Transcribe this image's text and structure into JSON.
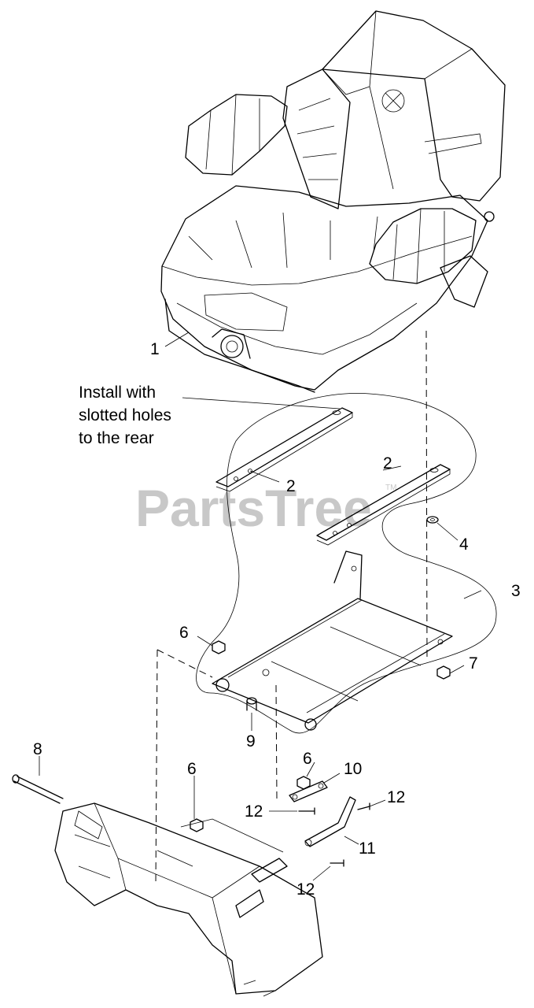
{
  "watermark": {
    "text": "PartsTree",
    "trademark": "TM"
  },
  "note": {
    "lines": [
      "Install with",
      "slotted holes",
      "to the rear"
    ]
  },
  "callouts": [
    {
      "id": "seat",
      "label": "1"
    },
    {
      "id": "rail-left",
      "label": "2"
    },
    {
      "id": "rail-right",
      "label": "2"
    },
    {
      "id": "seat-frame",
      "label": "3"
    },
    {
      "id": "washer",
      "label": "4"
    },
    {
      "id": "nut-frame",
      "label": "6"
    },
    {
      "id": "nut-link",
      "label": "6"
    },
    {
      "id": "nut-base",
      "label": "6"
    },
    {
      "id": "nut-rear",
      "label": "7"
    },
    {
      "id": "rod",
      "label": "8"
    },
    {
      "id": "bushing",
      "label": "9"
    },
    {
      "id": "link",
      "label": "10"
    },
    {
      "id": "arm",
      "label": "11"
    },
    {
      "id": "bolt-a",
      "label": "12"
    },
    {
      "id": "bolt-b",
      "label": "12"
    },
    {
      "id": "bolt-c",
      "label": "12"
    }
  ]
}
